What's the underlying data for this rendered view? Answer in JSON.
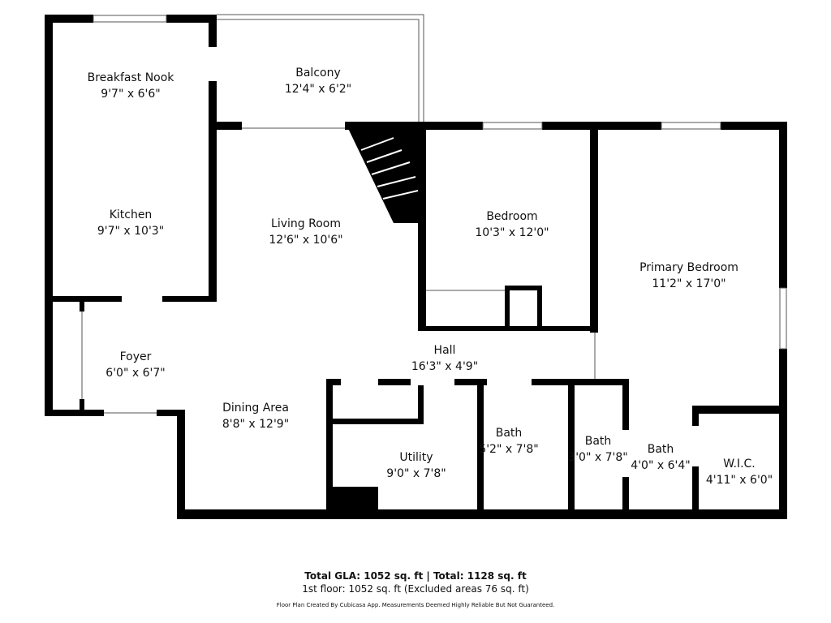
{
  "rooms": [
    {
      "name": "Breakfast Nook",
      "dims": "9'7\" x 6'6\""
    },
    {
      "name": "Balcony",
      "dims": "12'4\" x 6'2\""
    },
    {
      "name": "Kitchen",
      "dims": "9'7\" x 10'3\""
    },
    {
      "name": "Living Room",
      "dims": "12'6\" x 10'6\""
    },
    {
      "name": "Bedroom",
      "dims": "10'3\" x 12'0\""
    },
    {
      "name": "Primary Bedroom",
      "dims": "11'2\" x 17'0\""
    },
    {
      "name": "Foyer",
      "dims": "6'0\" x 6'7\""
    },
    {
      "name": "Hall",
      "dims": "16'3\" x 4'9\""
    },
    {
      "name": "Dining Area",
      "dims": "8'8\" x 12'9\""
    },
    {
      "name": "Utility",
      "dims": "9'0\" x 7'8\""
    },
    {
      "name": "Bath",
      "dims": "5'2\" x 7'8\""
    },
    {
      "name": "Bath",
      "dims": "3'0\" x 7'8\""
    },
    {
      "name": "Bath",
      "dims": "4'0\" x 6'4\""
    },
    {
      "name": "W.I.C.",
      "dims": "4'11\" x 6'0\""
    }
  ],
  "footer": {
    "totals": "Total GLA: 1052 sq. ft | Total: 1128 sq. ft",
    "floor": "1st floor: 1052 sq. ft (Excluded areas 76 sq. ft)",
    "disclaimer": "Floor Plan Created By Cubicasa App. Measurements Deemed Highly Reliable But Not Guaranteed."
  },
  "colors": {
    "wall": "#000000",
    "background": "#ffffff"
  }
}
